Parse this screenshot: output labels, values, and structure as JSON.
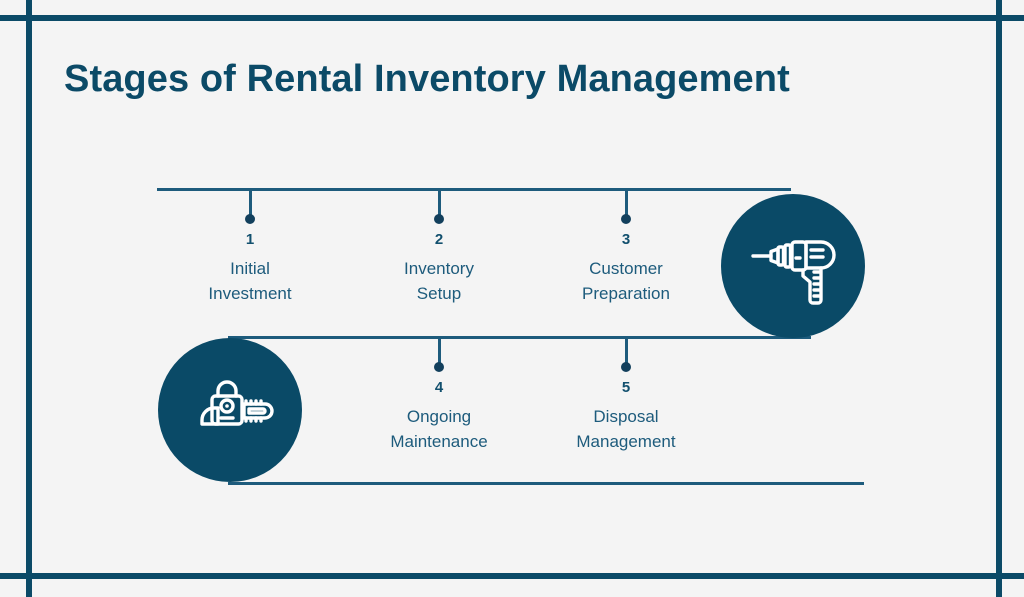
{
  "page": {
    "title": "Stages of Rental Inventory Management",
    "background_color": "#f4f4f4",
    "accent_color": "#0b4a67",
    "line_color": "#1d5b7c"
  },
  "timeline": {
    "stages": [
      {
        "number": "1",
        "label": "Initial\nInvestment"
      },
      {
        "number": "2",
        "label": "Inventory\nSetup"
      },
      {
        "number": "3",
        "label": "Customer\nPreparation"
      },
      {
        "number": "4",
        "label": "Ongoing\nMaintenance"
      },
      {
        "number": "5",
        "label": "Disposal\nManagement"
      }
    ]
  },
  "icons": [
    {
      "name": "power-drill-icon",
      "circle_color": "#0a4a67",
      "glyph_color": "#ffffff"
    },
    {
      "name": "chainsaw-icon",
      "circle_color": "#0a4a67",
      "glyph_color": "#ffffff"
    }
  ]
}
